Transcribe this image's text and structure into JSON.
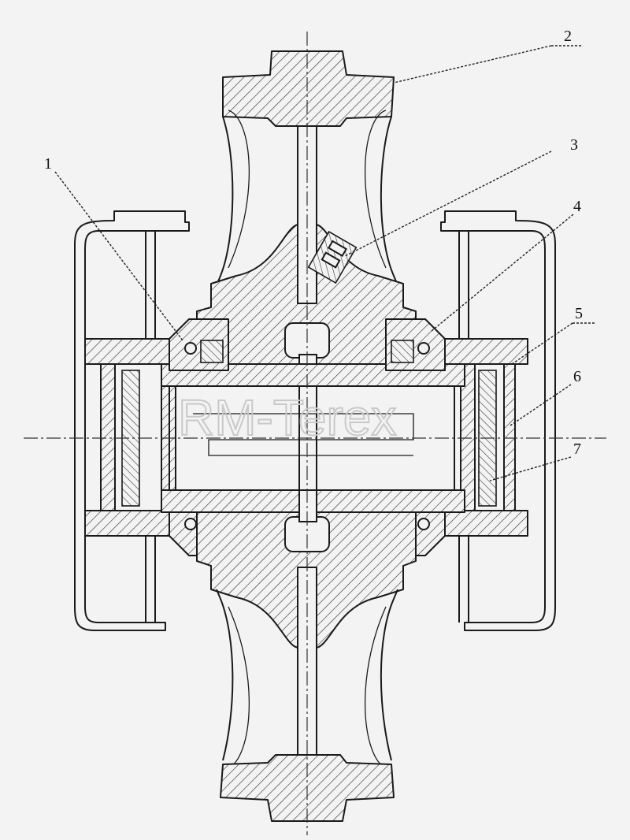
{
  "watermark": "RM-Terex",
  "callouts": [
    {
      "label": "1"
    },
    {
      "label": "2"
    },
    {
      "label": "3"
    },
    {
      "label": "4"
    },
    {
      "label": "5"
    },
    {
      "label": "6"
    },
    {
      "label": "7"
    }
  ]
}
